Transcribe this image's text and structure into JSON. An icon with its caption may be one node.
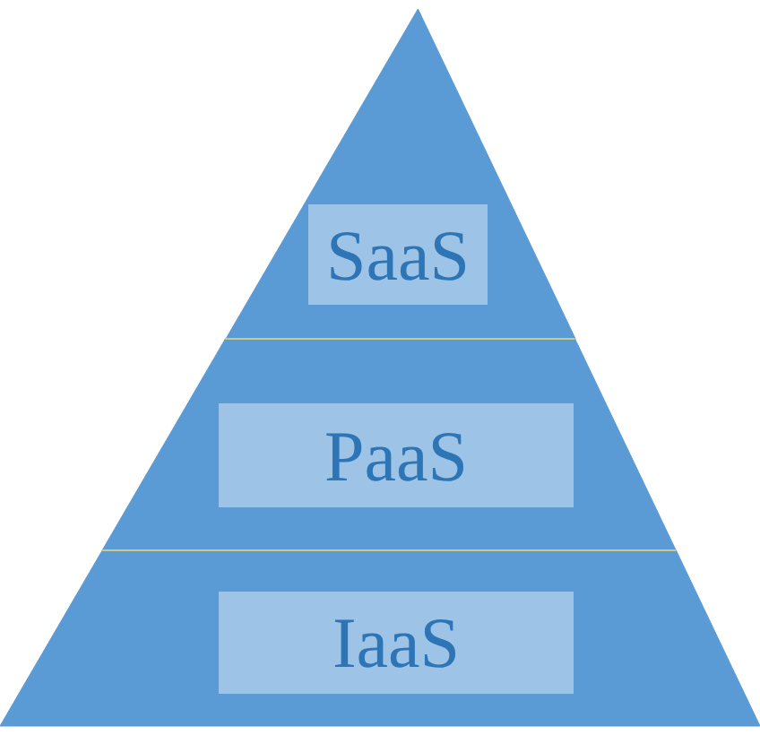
{
  "diagram": {
    "nodes": [
      {
        "text": [
          "SaaS"
        ]
      },
      {
        "text": [
          "PaaS"
        ]
      },
      {
        "text": [
          "IaaS"
        ]
      }
    ]
  }
}
